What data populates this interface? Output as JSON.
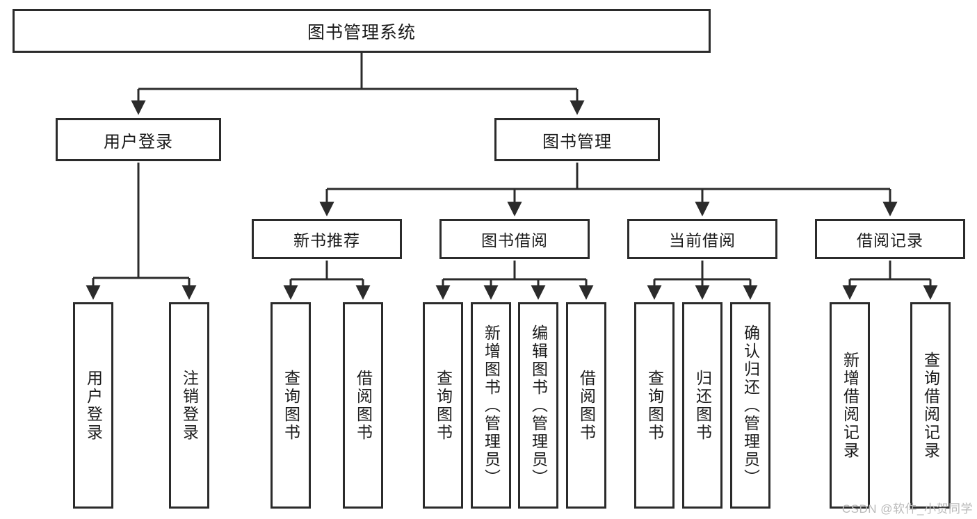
{
  "diagram": {
    "type": "tree",
    "title": "图书管理系统",
    "orientation": "top-down",
    "colors": {
      "box_border": "#2b2b2b",
      "box_fill": "#ffffff",
      "connector": "#2b2b2b",
      "text": "#1b1b1b",
      "watermark": "#b9b9b9"
    }
  },
  "root": {
    "label": "图书管理系统"
  },
  "level2": [
    {
      "label": "用户登录"
    },
    {
      "label": "图书管理"
    }
  ],
  "level3": [
    {
      "label": "新书推荐"
    },
    {
      "label": "图书借阅"
    },
    {
      "label": "当前借阅"
    },
    {
      "label": "借阅记录"
    }
  ],
  "leaves": {
    "user_login": [
      {
        "label": "用户登录"
      },
      {
        "label": "注销登录"
      }
    ],
    "new_book_recommend": [
      {
        "label": "查询图书"
      },
      {
        "label": "借阅图书"
      }
    ],
    "book_borrow": [
      {
        "label": "查询图书"
      },
      {
        "label": "新增图书（管理员）"
      },
      {
        "label": "编辑图书（管理员）"
      },
      {
        "label": "借阅图书"
      }
    ],
    "current_borrow": [
      {
        "label": "查询图书"
      },
      {
        "label": "归还图书"
      },
      {
        "label": "确认归还（管理员）"
      }
    ],
    "borrow_records": [
      {
        "label": "新增借阅记录"
      },
      {
        "label": "查询借阅记录"
      }
    ]
  },
  "watermark": {
    "text": "CSDN @软件_小贺同学"
  }
}
